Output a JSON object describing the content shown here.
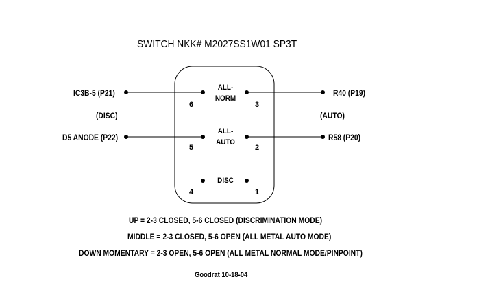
{
  "title": "SWITCH NKK# M2027SS1W01    SP3T",
  "left_labels": {
    "top": "IC3B-5 (P21)",
    "middle": "(DISC)",
    "bottom": "D5 ANODE (P22)"
  },
  "right_labels": {
    "top": "R40 (P19)",
    "middle": "(AUTO)",
    "bottom": "R58 (P20)"
  },
  "positions": {
    "up_line1": "ALL-",
    "up_line2": "NORM",
    "middle_line1": "ALL-",
    "middle_line2": "AUTO",
    "down": "DISC"
  },
  "pins": {
    "p6": "6",
    "p3": "3",
    "p5": "5",
    "p2": "2",
    "p4": "4",
    "p1": "1"
  },
  "notes": {
    "up": "UP = 2-3 CLOSED, 5-6 CLOSED (DISCRIMINATION MODE)",
    "middle": "MIDDLE = 2-3 CLOSED, 5-6 OPEN  (ALL METAL AUTO MODE)",
    "down": "DOWN MOMENTARY = 2-3 OPEN, 5-6 OPEN (ALL METAL NORMAL MODE/PINPOINT)"
  },
  "signature": "Goodrat 10-18-04"
}
